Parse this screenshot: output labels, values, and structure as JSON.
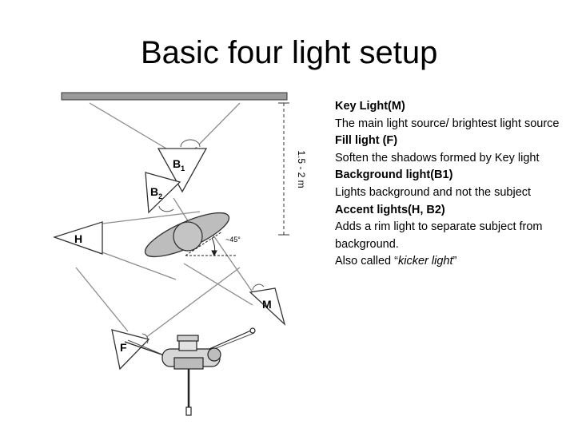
{
  "title": "Basic four light setup",
  "diagram": {
    "labels": {
      "b1": "B",
      "b1_sub": "1",
      "b2": "B",
      "b2_sub": "2",
      "h": "H",
      "m": "M",
      "f": "F",
      "distance": "1.5 - 2 m",
      "angle": "~45°"
    }
  },
  "legend": [
    {
      "heading": "Key Light(M)",
      "text": "The main light source/ brightest light source"
    },
    {
      "heading": "Fill light (F)",
      "text": "Soften the shadows formed by Key light"
    },
    {
      "heading": "Background light(B1)",
      "text": "Lights background and not the subject"
    },
    {
      "heading": "Accent lights(H, B2)",
      "text": "Adds a rim light to separate subject from background."
    }
  ],
  "note": {
    "prefix": "Also called “",
    "emphasis": "kicker light",
    "suffix": "”"
  }
}
